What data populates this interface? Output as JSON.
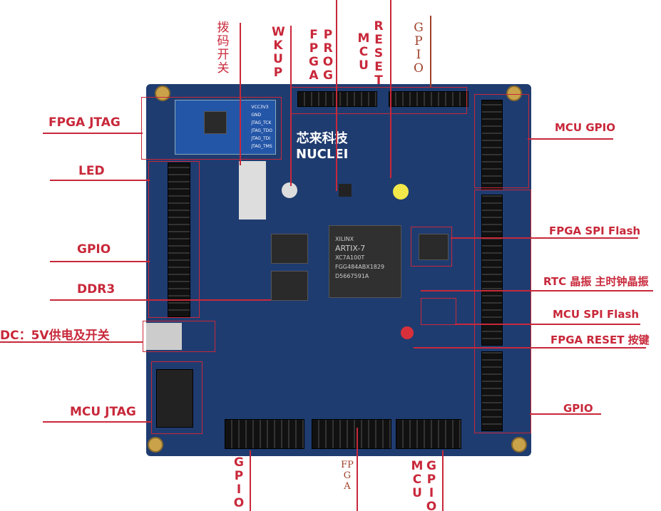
{
  "labels": {
    "fpga_jtag": "FPGA JTAG",
    "led": "LED",
    "gpio_left": "GPIO",
    "ddr3": "DDR3",
    "dc_power": "DC：5V供电及开关",
    "mcu_jtag": "MCU JTAG",
    "dip_switch": "拨码开关",
    "wkup": "WKUP",
    "fpga_prog_1": "FPGA",
    "fpga_prog_2": "PROG",
    "mcu_reset_1": "MCU",
    "mcu_reset_2": "RESET",
    "gpio_top": "GPIO",
    "mcu_gpio": "MCU GPIO",
    "fpga_spi_flash": "FPGA SPI Flash",
    "rtc_clock": "RTC 晶振 主时钟晶振",
    "mcu_spi_flash": "MCU SPI Flash",
    "fpga_reset_button": "FPGA RESET 按键",
    "gpio_right": "GPIO",
    "gpio_bottom": "GPIO",
    "fpga_bottom": "FPGA",
    "mcu_bottom": "MCU",
    "gpio_bottom_right": "GPIO"
  },
  "board": {
    "logo_cn": "芯来科技",
    "logo_en": "NUCLEI",
    "fpga_chip_brand": "XILINX",
    "fpga_chip_name": "ARTIX-7",
    "fpga_chip_part": "XC7A100T",
    "fpga_chip_package": "FGG484ABX1829",
    "fpga_chip_code": "D5667591A",
    "jtag_pins": [
      "VCC3V3",
      "GND",
      "JTAG_TCK",
      "JTAG_TDO",
      "JTAG_TDI",
      "JTAG_TMS"
    ]
  },
  "colors": {
    "annotation": "#c8283a",
    "board": "#1f3c70"
  }
}
